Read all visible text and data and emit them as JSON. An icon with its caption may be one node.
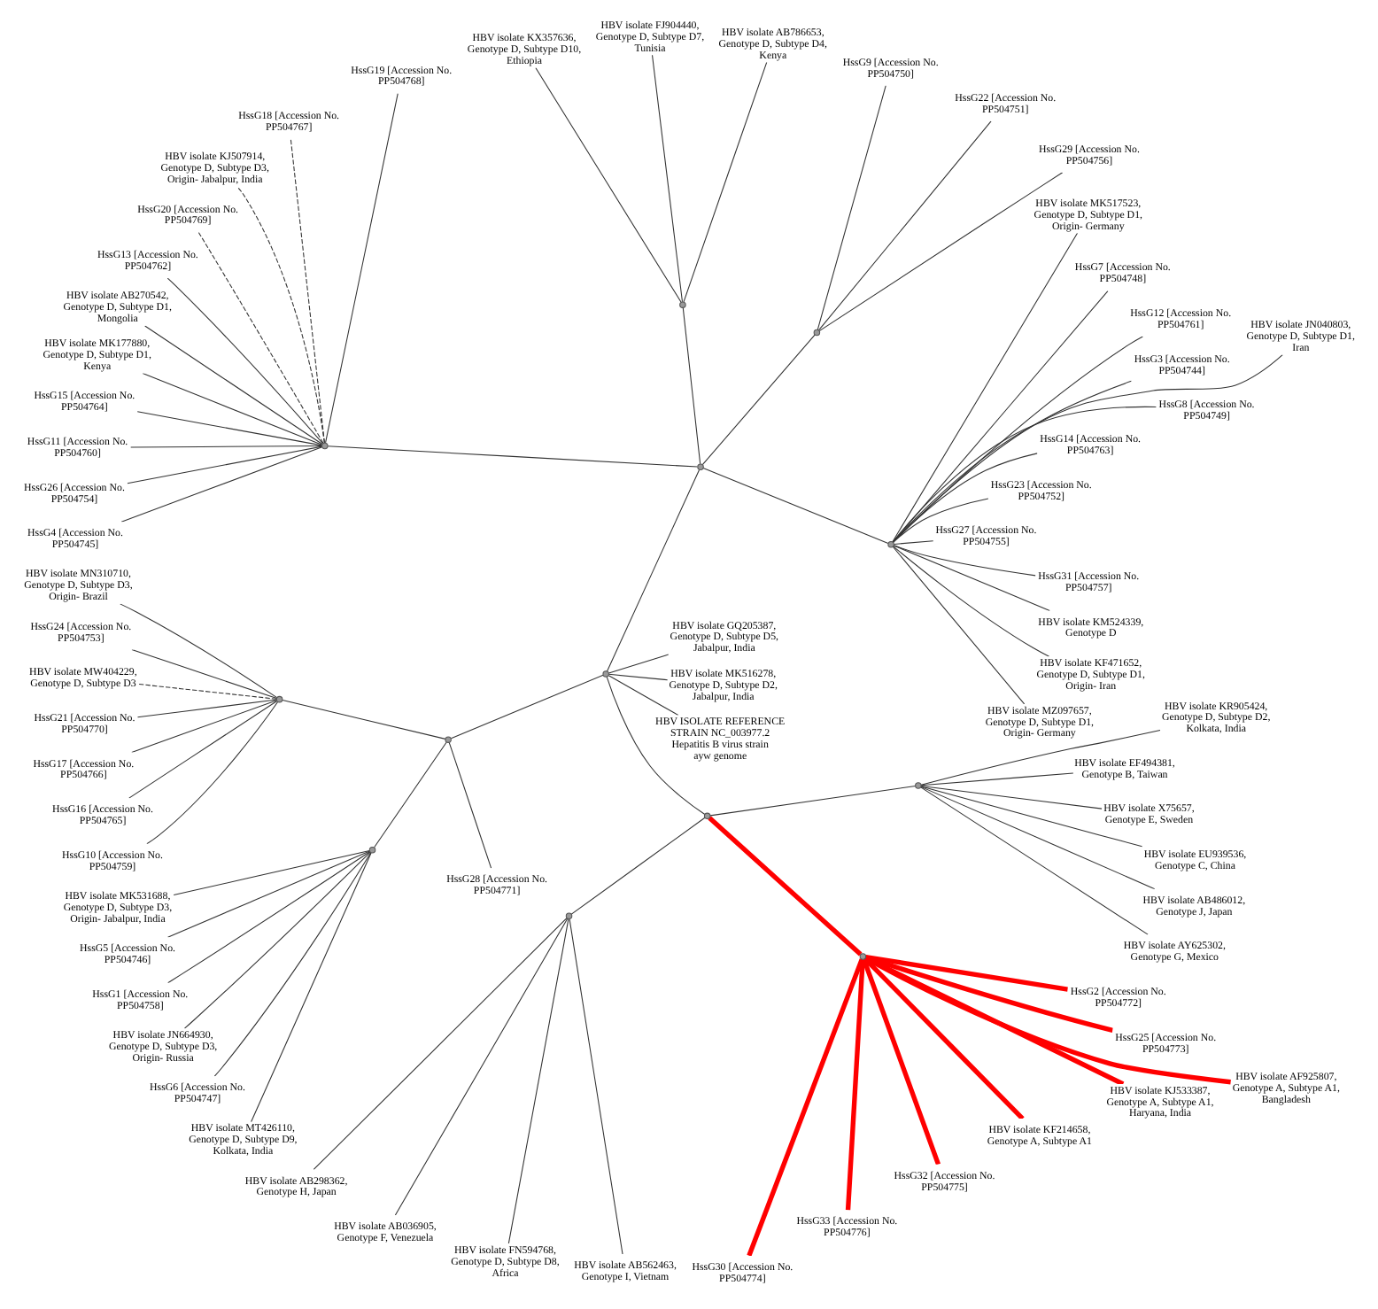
{
  "diagram": {
    "nodes": [
      {
        "text": [],
        "shape": "circle"
      },
      {
        "text": [],
        "shape": "circle"
      },
      {
        "text": [],
        "shape": "circle"
      },
      {
        "text": [],
        "shape": "circle"
      },
      {
        "text": [],
        "shape": "circle"
      },
      {
        "text": [],
        "shape": "circle"
      },
      {
        "text": [],
        "shape": "circle"
      },
      {
        "text": [],
        "shape": "circle"
      },
      {
        "text": [],
        "shape": "circle"
      },
      {
        "text": [],
        "shape": "circle"
      },
      {
        "text": [],
        "shape": "circle"
      },
      {
        "text": [],
        "shape": "circle"
      },
      {
        "text": [],
        "shape": "circle"
      },
      {
        "text": [
          "HBV ISOLATE REFERENCE STRAIN NC_003977.2 Hepatitis B virus strain ayw genome"
        ]
      },
      {
        "text": [
          "HBV isolate MZ097657, Genotype D, Subtype D1, Origin- Germany"
        ]
      },
      {
        "text": [
          "HBV isolate KF471652, Genotype D, Subtype D1, Origin- Iran"
        ]
      },
      {
        "text": [
          "HBV isolate KM524339, Genotype D"
        ]
      },
      {
        "text": [
          "HssG31 [Accession No. PP504757]"
        ]
      },
      {
        "text": [
          "HssG27 [Accession No. PP504755]"
        ]
      },
      {
        "text": [
          "HssG23 [Accession No. PP504752]"
        ]
      },
      {
        "text": [
          "HssG14 [Accession No. PP504763]"
        ]
      },
      {
        "text": [
          "HssG8 [Accession No. PP504749]"
        ]
      },
      {
        "text": [
          "HssG3 [Accession No. PP504744]"
        ]
      },
      {
        "text": [
          "HBV isolate JN040803, Genotype D, Subtype D1, Iran"
        ]
      },
      {
        "text": [
          "HssG12 [Accession No. PP504761]"
        ]
      },
      {
        "text": [
          "HssG7 [Accession No. PP504748]"
        ]
      },
      {
        "text": [
          "HBV isolate MK517523, Genotype D, Subtype D1, Origin- Germany"
        ]
      },
      {
        "text": [
          "HssG29 [Accession No. PP504756]"
        ]
      },
      {
        "text": [
          "HssG22 [Accession No. PP504751]"
        ]
      },
      {
        "text": [
          "HssG9 [Accession No. PP504750]"
        ]
      },
      {
        "text": [
          "HBV isolate AB786653, Genotype D, Subtype D4, Kenya"
        ]
      },
      {
        "text": [
          "HBV isolate FJ904440, Genotype D, Subtype D7, Tunisia"
        ]
      },
      {
        "text": [
          "HBV isolate KX357636, Genotype D, Subtype D10, Ethiopia"
        ]
      },
      {
        "text": [
          "HssG19 [Accession No. PP504768]"
        ]
      },
      {
        "text": [
          "HssG18 [Accession No. PP504767]"
        ]
      },
      {
        "text": [
          "HBV isolate KJ507914, Genotype D, Subtype D3, Origin- Jabalpur, India"
        ]
      },
      {
        "text": [
          "HssG20 [Accession No. PP504769]"
        ]
      },
      {
        "text": [
          "HssG13 [Accession No. PP504762]"
        ]
      },
      {
        "text": [
          "HBV isolate AB270542, Genotype D, Subtype D1, Mongolia"
        ]
      },
      {
        "text": [
          "HBV isolate MK177880, Genotype D, Subtype D1, Kenya"
        ]
      },
      {
        "text": [
          "HssG15 [Accession No. PP504764]"
        ]
      },
      {
        "text": [
          "HssG11 [Accession No. PP504760]"
        ]
      },
      {
        "text": [
          "HssG26 [Accession No. PP504754]"
        ]
      },
      {
        "text": [
          "HssG4 [Accession No. PP504745]"
        ]
      },
      {
        "text": [
          "HBV isolate MN310710, Genotype D, Subtype D3, Origin- Brazil"
        ]
      },
      {
        "text": [
          "HssG24 [Accession No. PP504753]"
        ]
      },
      {
        "text": [
          "HBV isolate MW404229, Genotype D, Subtype D3"
        ]
      },
      {
        "text": [
          "HssG21 [Accession No. PP504770]"
        ]
      },
      {
        "text": [
          "HssG17 [Accession No. PP504766]"
        ]
      },
      {
        "text": [
          "HssG16 [Accession No. PP504765]"
        ]
      },
      {
        "text": [
          "HssG10 [Accession No. PP504759]"
        ]
      },
      {
        "text": [
          "HBV isolate MK531688, Genotype D, Subtype D3, Origin- Jabalpur, India"
        ]
      },
      {
        "text": [
          "HssG5 [Accession No. PP504746]"
        ]
      },
      {
        "text": [
          "HssG1 [Accession No. PP504758]"
        ]
      },
      {
        "text": [
          "HBV isolate JN664930, Genotype D, Subtype D3, Origin- Russia"
        ]
      },
      {
        "text": [
          "HssG6 [Accession No. PP504747]"
        ]
      },
      {
        "text": [
          "HBV isolate MT426110, Genotype D, Subtype D9, Kolkata, India"
        ]
      },
      {
        "text": [
          "HssG28 [Accession No. PP504771]"
        ]
      },
      {
        "text": [
          "HBV isolate AB298362, Genotype H, Japan"
        ]
      },
      {
        "text": [
          "HBV isolate AB036905, Genotype F, Venezuela"
        ]
      },
      {
        "text": [
          "HBV isolate FN594768, Genotype D, Subtype D8, Africa"
        ]
      },
      {
        "text": [
          "HBV isolate AB562463, Genotype I, Vietnam"
        ]
      },
      {
        "text": [
          "HssG30 [Accession No. PP504774]"
        ]
      },
      {
        "text": [
          "HssG33 [Accession No. PP504776]"
        ]
      },
      {
        "text": [
          "HssG32 [Accession No. PP504775]"
        ]
      },
      {
        "text": [
          "HBV isolate KF214658, Genotype A, Subtype A1"
        ]
      },
      {
        "text": [
          "HBV isolate KJ533387, Genotype A, Subtype A1, Haryana, India"
        ]
      },
      {
        "text": [
          "HBV isolate AF925807, Genotype A, Subtype A1, Bangladesh"
        ]
      },
      {
        "text": [
          "HssG25 [Accession No. PP504773]"
        ]
      },
      {
        "text": [
          "HssG2 [Accession No. PP504772]"
        ]
      },
      {
        "text": [
          "HBV isolate AY625302, Genotype G, Mexico"
        ]
      },
      {
        "text": [
          "HBV isolate AB486012, Genotype J, Japan"
        ]
      },
      {
        "text": [
          "HBV isolate EU939536, Genotype C, China"
        ]
      },
      {
        "text": [
          "HBV isolate X75657, Genotype E, Sweden"
        ]
      },
      {
        "text": [
          "HBV isolate EF494381, Genotype B, Taiwan"
        ]
      },
      {
        "text": [
          "HBV isolate KR905424, Genotype D, Subtype D2, Kolkata, India"
        ]
      },
      {
        "text": [
          "HBV isolate MK516278, Genotype D, Subtype D2, Jabalpur, India"
        ]
      },
      {
        "text": [
          "HBV isolate GQ205387, Genotype D, Subtype D5, Jabalpur, India"
        ]
      }
    ],
    "edges": [
      {
        "from": 0,
        "to": 13,
        "arrow": "none"
      },
      {
        "from": 0,
        "to": 1,
        "arrow": "none"
      },
      {
        "from": 0,
        "to": 6,
        "arrow": "none"
      },
      {
        "from": 0,
        "to": 9,
        "arrow": "none"
      },
      {
        "from": 0,
        "to": 76,
        "arrow": "none"
      },
      {
        "from": 0,
        "to": 77,
        "arrow": "none"
      },
      {
        "from": 1,
        "to": 2,
        "arrow": "none"
      },
      {
        "from": 1,
        "to": 3,
        "arrow": "none"
      },
      {
        "from": 1,
        "to": 4,
        "arrow": "none"
      },
      {
        "from": 1,
        "to": 5,
        "arrow": "none"
      },
      {
        "from": 2,
        "to": 14,
        "arrow": "none"
      },
      {
        "from": 2,
        "to": 15,
        "arrow": "none"
      },
      {
        "from": 2,
        "to": 16,
        "arrow": "none"
      },
      {
        "from": 2,
        "to": 17,
        "arrow": "none"
      },
      {
        "from": 2,
        "to": 18,
        "arrow": "none"
      },
      {
        "from": 2,
        "to": 19,
        "arrow": "none"
      },
      {
        "from": 2,
        "to": 20,
        "arrow": "none"
      },
      {
        "from": 2,
        "to": 21,
        "arrow": "none"
      },
      {
        "from": 2,
        "to": 22,
        "arrow": "none"
      },
      {
        "from": 2,
        "to": 23,
        "arrow": "none"
      },
      {
        "from": 2,
        "to": 24,
        "arrow": "none"
      },
      {
        "from": 2,
        "to": 25,
        "arrow": "none"
      },
      {
        "from": 2,
        "to": 26,
        "arrow": "none"
      },
      {
        "from": 3,
        "to": 27,
        "arrow": "none"
      },
      {
        "from": 3,
        "to": 28,
        "arrow": "none"
      },
      {
        "from": 3,
        "to": 29,
        "arrow": "none"
      },
      {
        "from": 4,
        "to": 30,
        "arrow": "none"
      },
      {
        "from": 4,
        "to": 31,
        "arrow": "none"
      },
      {
        "from": 4,
        "to": 32,
        "arrow": "none"
      },
      {
        "from": 5,
        "to": 33,
        "arrow": "none"
      },
      {
        "from": 5,
        "to": 34,
        "arrow": "none",
        "style": "dashed"
      },
      {
        "from": 5,
        "to": 35,
        "arrow": "none",
        "style": "dashed"
      },
      {
        "from": 5,
        "to": 36,
        "arrow": "none",
        "style": "dashed"
      },
      {
        "from": 5,
        "to": 37,
        "arrow": "none"
      },
      {
        "from": 5,
        "to": 38,
        "arrow": "none"
      },
      {
        "from": 5,
        "to": 39,
        "arrow": "none"
      },
      {
        "from": 5,
        "to": 40,
        "arrow": "none"
      },
      {
        "from": 5,
        "to": 41,
        "arrow": "none"
      },
      {
        "from": 5,
        "to": 42,
        "arrow": "none"
      },
      {
        "from": 5,
        "to": 43,
        "arrow": "none"
      },
      {
        "from": 6,
        "to": 7,
        "arrow": "none"
      },
      {
        "from": 6,
        "to": 8,
        "arrow": "none"
      },
      {
        "from": 6,
        "to": 57,
        "arrow": "none"
      },
      {
        "from": 7,
        "to": 44,
        "arrow": "none"
      },
      {
        "from": 7,
        "to": 45,
        "arrow": "none"
      },
      {
        "from": 7,
        "to": 46,
        "arrow": "none",
        "style": "dashed"
      },
      {
        "from": 7,
        "to": 47,
        "arrow": "none"
      },
      {
        "from": 7,
        "to": 48,
        "arrow": "none"
      },
      {
        "from": 7,
        "to": 49,
        "arrow": "none"
      },
      {
        "from": 7,
        "to": 50,
        "arrow": "none"
      },
      {
        "from": 8,
        "to": 51,
        "arrow": "none"
      },
      {
        "from": 8,
        "to": 52,
        "arrow": "none"
      },
      {
        "from": 8,
        "to": 53,
        "arrow": "none"
      },
      {
        "from": 8,
        "to": 54,
        "arrow": "none"
      },
      {
        "from": 8,
        "to": 55,
        "arrow": "none"
      },
      {
        "from": 8,
        "to": 56,
        "arrow": "none"
      },
      {
        "from": 9,
        "to": 10,
        "arrow": "none"
      },
      {
        "from": 9,
        "to": 11,
        "arrow": "none",
        "style": "thick",
        "color": "#ff0000"
      },
      {
        "from": 9,
        "to": 12,
        "arrow": "none"
      },
      {
        "from": 10,
        "to": 58,
        "arrow": "none"
      },
      {
        "from": 10,
        "to": 59,
        "arrow": "none"
      },
      {
        "from": 10,
        "to": 60,
        "arrow": "none"
      },
      {
        "from": 10,
        "to": 61,
        "arrow": "none"
      },
      {
        "from": 11,
        "to": 62,
        "arrow": "none",
        "style": "thick",
        "color": "#ff0000"
      },
      {
        "from": 11,
        "to": 63,
        "arrow": "none",
        "style": "thick",
        "color": "#ff0000"
      },
      {
        "from": 11,
        "to": 64,
        "arrow": "none",
        "style": "thick",
        "color": "#ff0000"
      },
      {
        "from": 11,
        "to": 65,
        "arrow": "none",
        "style": "thick",
        "color": "#ff0000"
      },
      {
        "from": 11,
        "to": 66,
        "arrow": "none",
        "style": "thick",
        "color": "#ff0000"
      },
      {
        "from": 11,
        "to": 67,
        "arrow": "none",
        "style": "thick",
        "color": "#ff0000"
      },
      {
        "from": 11,
        "to": 68,
        "arrow": "none",
        "style": "thick",
        "color": "#ff0000"
      },
      {
        "from": 11,
        "to": 69,
        "arrow": "none",
        "style": "thick",
        "color": "#ff0000"
      },
      {
        "from": 12,
        "to": 70,
        "arrow": "none"
      },
      {
        "from": 12,
        "to": 71,
        "arrow": "none"
      },
      {
        "from": 12,
        "to": 72,
        "arrow": "none"
      },
      {
        "from": 12,
        "to": 73,
        "arrow": "none"
      },
      {
        "from": 12,
        "to": 74,
        "arrow": "none"
      },
      {
        "from": 12,
        "to": 75,
        "arrow": "none"
      }
    ]
  }
}
